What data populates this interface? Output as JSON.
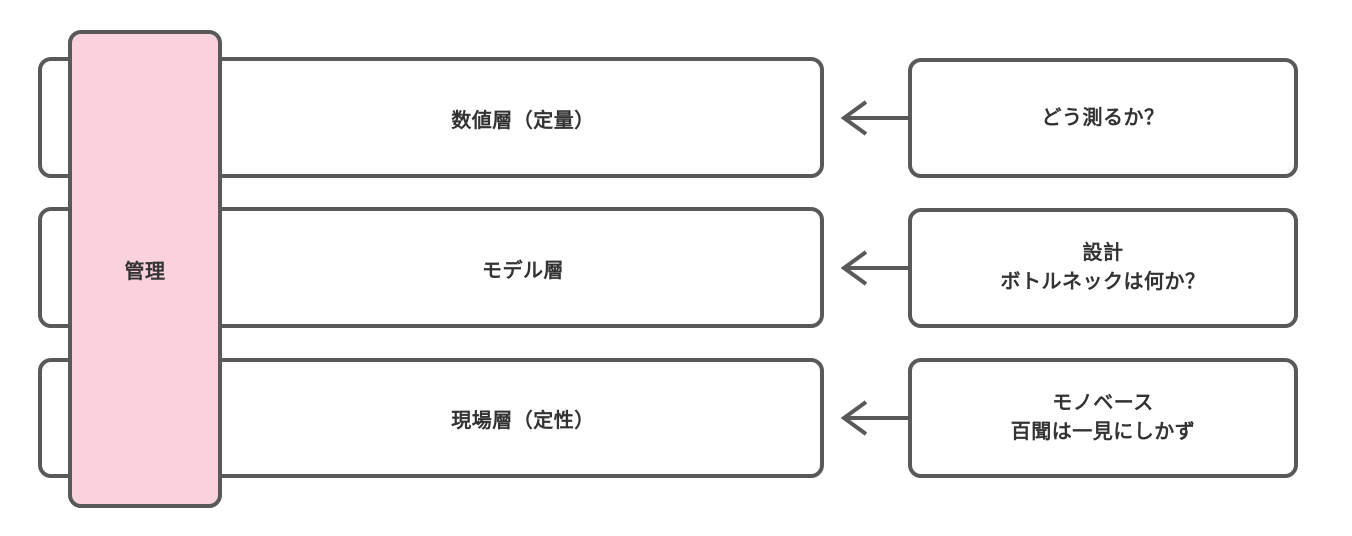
{
  "diagram": {
    "title_block": {
      "label": "管理"
    },
    "rows": [
      {
        "layer_label": "数値層（定量）",
        "question_lines": [
          "どう測るか？"
        ],
        "arrow": "left-arrow-icon"
      },
      {
        "layer_label": "モデル層",
        "question_lines": [
          "設計",
          "ボトルネックは何か？"
        ],
        "arrow": "left-arrow-icon"
      },
      {
        "layer_label": "現場層（定性）",
        "question_lines": [
          "モノベース",
          "百聞は一見にしかず"
        ],
        "arrow": "left-arrow-icon"
      }
    ],
    "colors": {
      "border": "#595959",
      "pink_fill": "#f9d2dd",
      "box_fill": "#ffffff",
      "text": "#333333",
      "background": "#ffffff"
    }
  }
}
